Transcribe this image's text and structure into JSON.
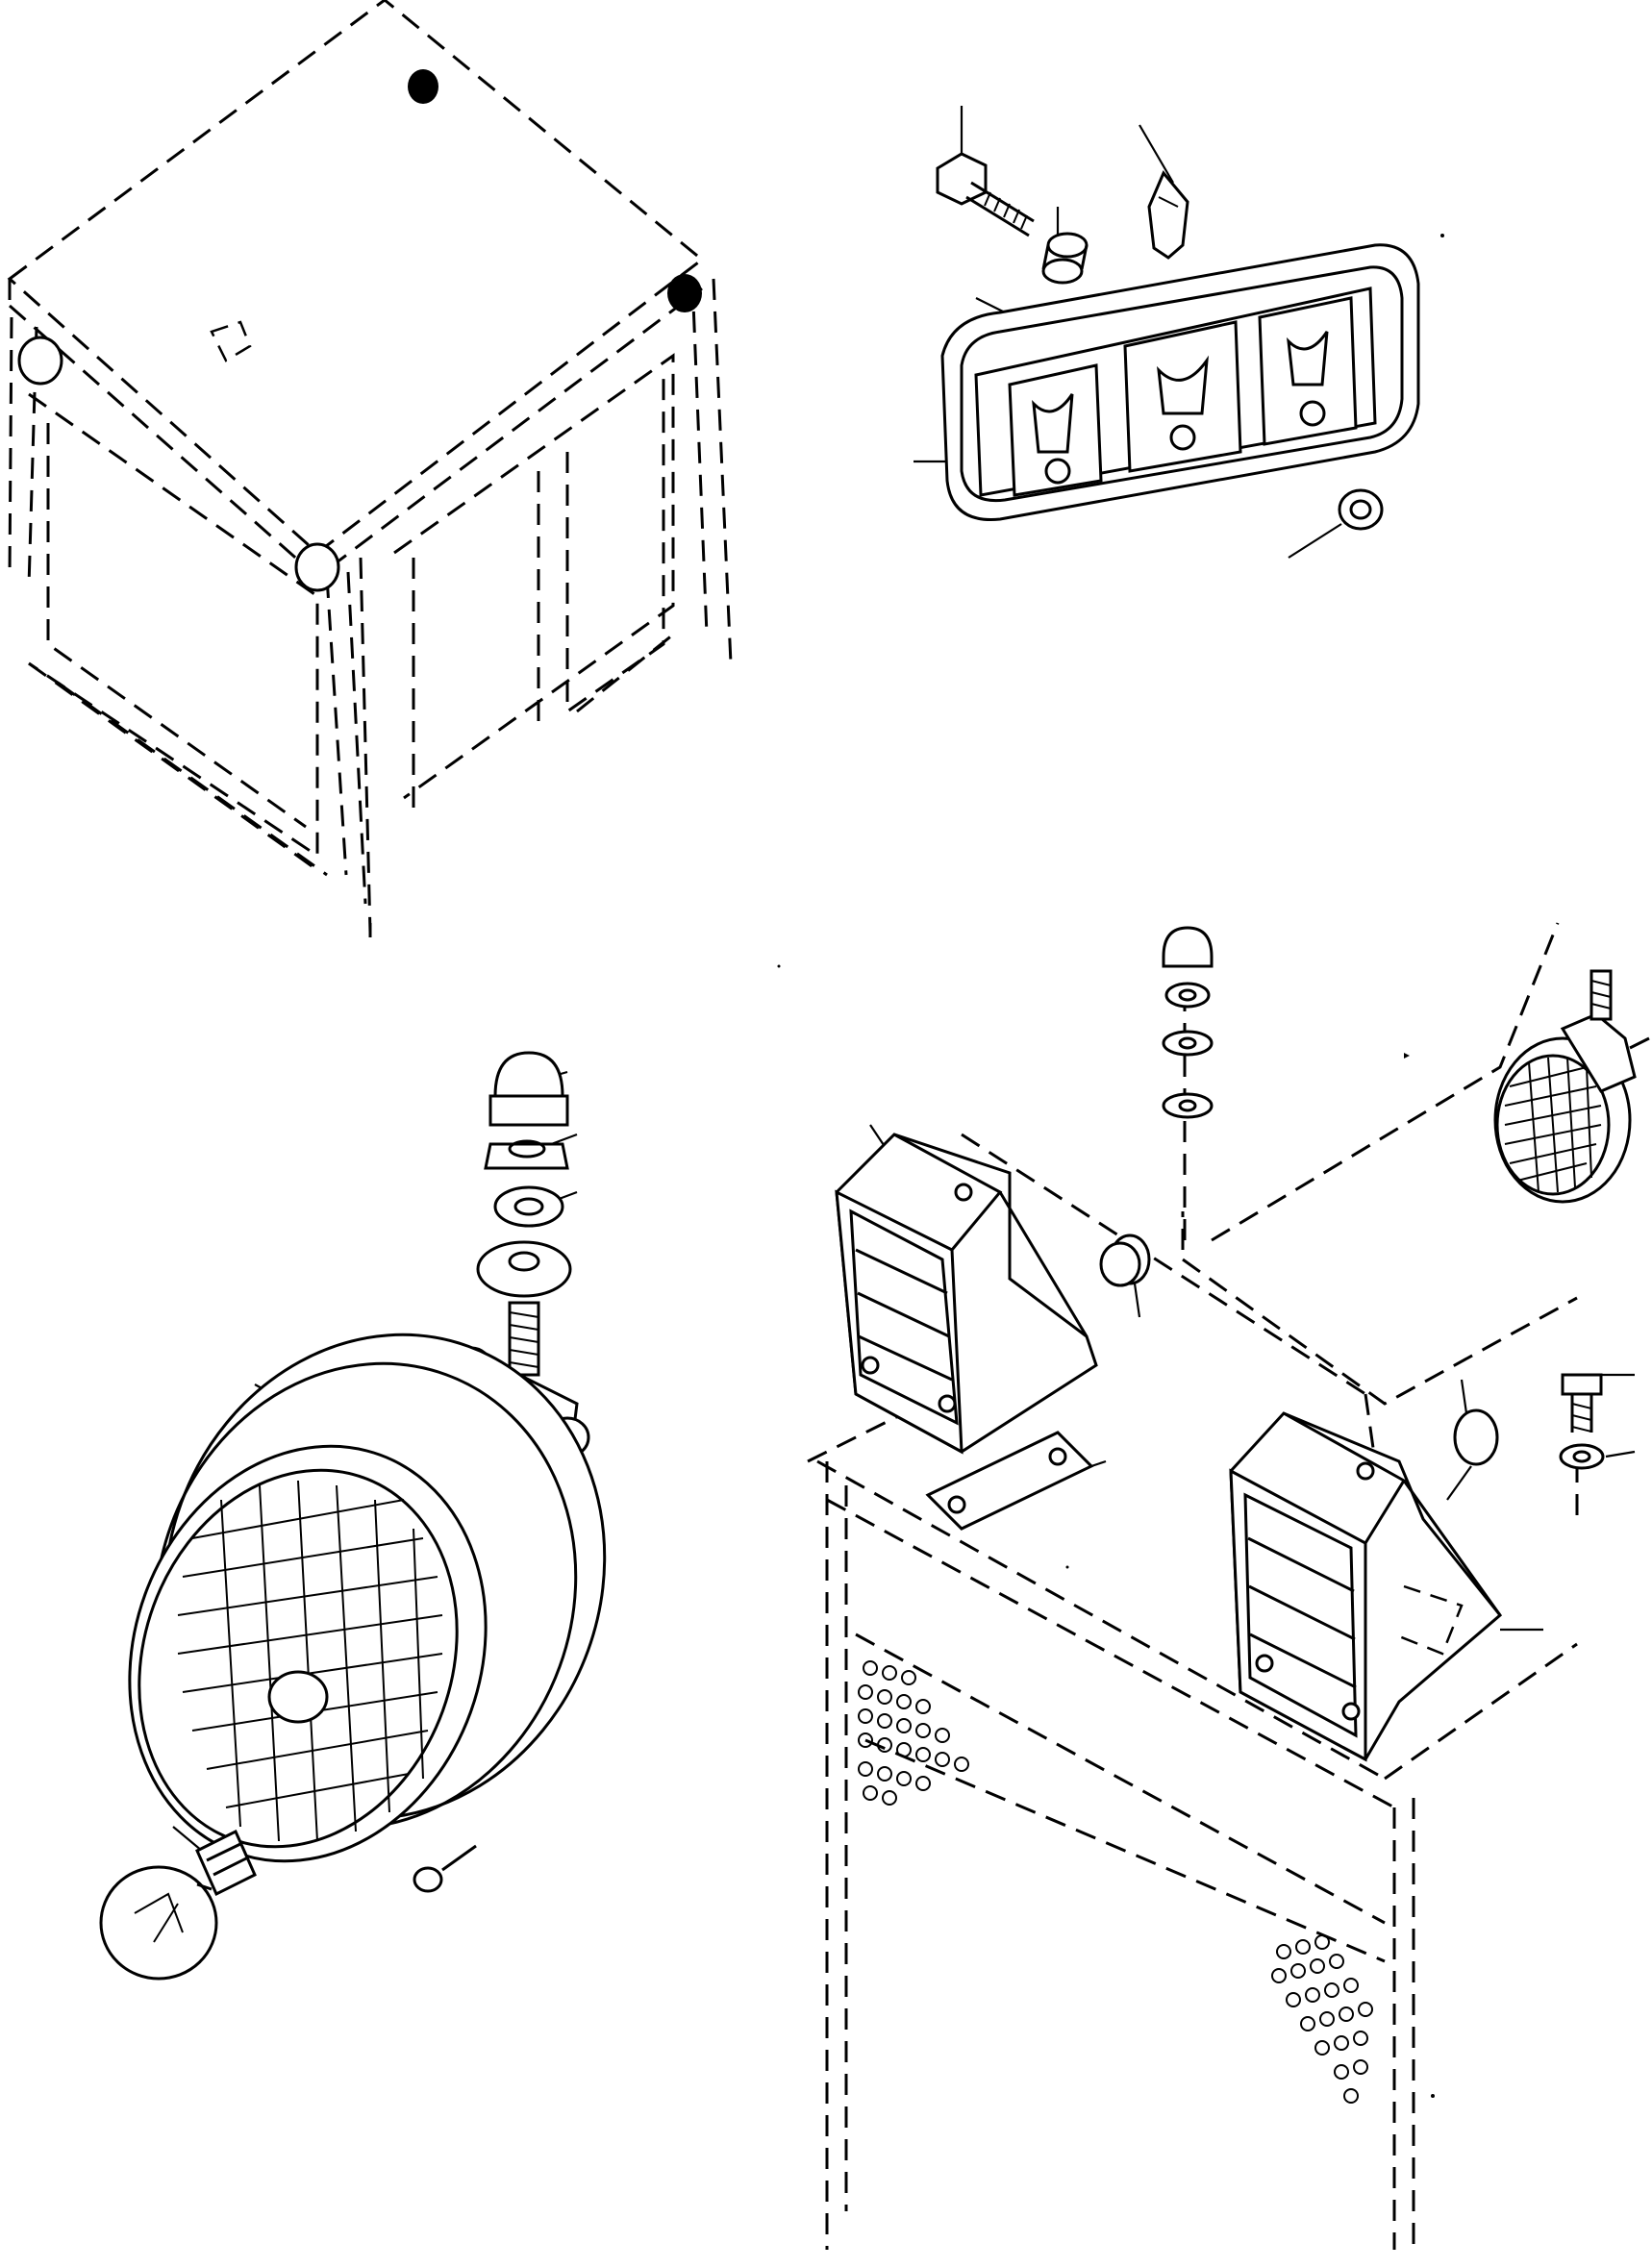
{
  "diagram": {
    "parts": [
      {
        "id": "cab-frame",
        "icon": "cab-outline-icon"
      },
      {
        "id": "beacon-lamp-assembly",
        "icon": "beacon-lamp-icon"
      },
      {
        "id": "work-lamp",
        "icon": "work-lamp-icon"
      },
      {
        "id": "lamp-bulb",
        "icon": "bulb-icon"
      },
      {
        "id": "tail-light-left",
        "icon": "tail-light-icon"
      },
      {
        "id": "tail-light-right",
        "icon": "tail-light-icon"
      },
      {
        "id": "rear-fender-frame",
        "icon": "fender-outline-icon"
      },
      {
        "id": "rear-work-lamp-detail",
        "icon": "round-lamp-icon"
      }
    ],
    "callouts_count": 21
  }
}
